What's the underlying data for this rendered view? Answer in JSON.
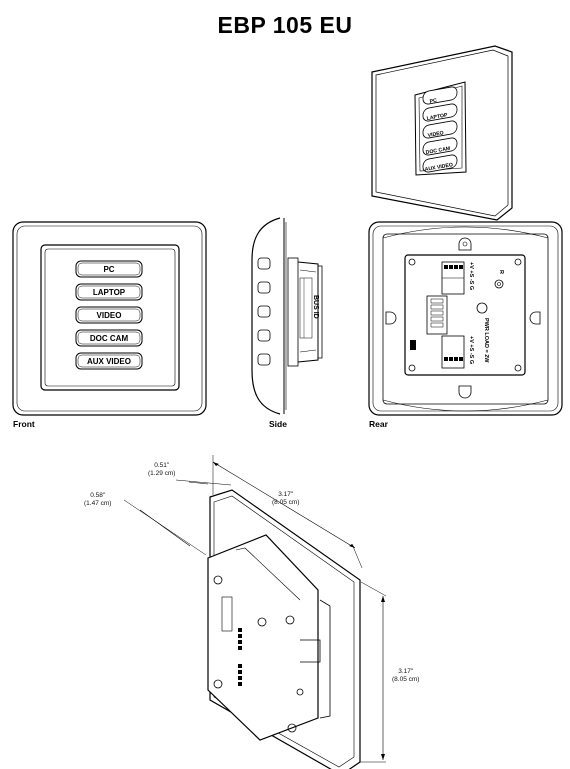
{
  "title": "EBP 105 EU",
  "buttons": [
    "PC",
    "LAPTOP",
    "VIDEO",
    "DOC CAM",
    "AUX VIDEO"
  ],
  "views": {
    "front": "Front",
    "side": "Side",
    "rear": "Rear"
  },
  "side_marking": "BUS ID",
  "rear_markings": {
    "terminal_a": "+V +S -S G",
    "terminal_b": "+V +S -S G",
    "power": "PWR LOAD = 2W",
    "reset": "R"
  },
  "dimensions": {
    "depth_a": "0.51\"",
    "depth_a_metric": "(1.29 cm)",
    "depth_b": "0.58\"",
    "depth_b_metric": "(1.47 cm)",
    "width": "3.17\"",
    "width_metric": "(8.05 cm)",
    "height": "3.17\"",
    "height_metric": "(8.05 cm)"
  }
}
